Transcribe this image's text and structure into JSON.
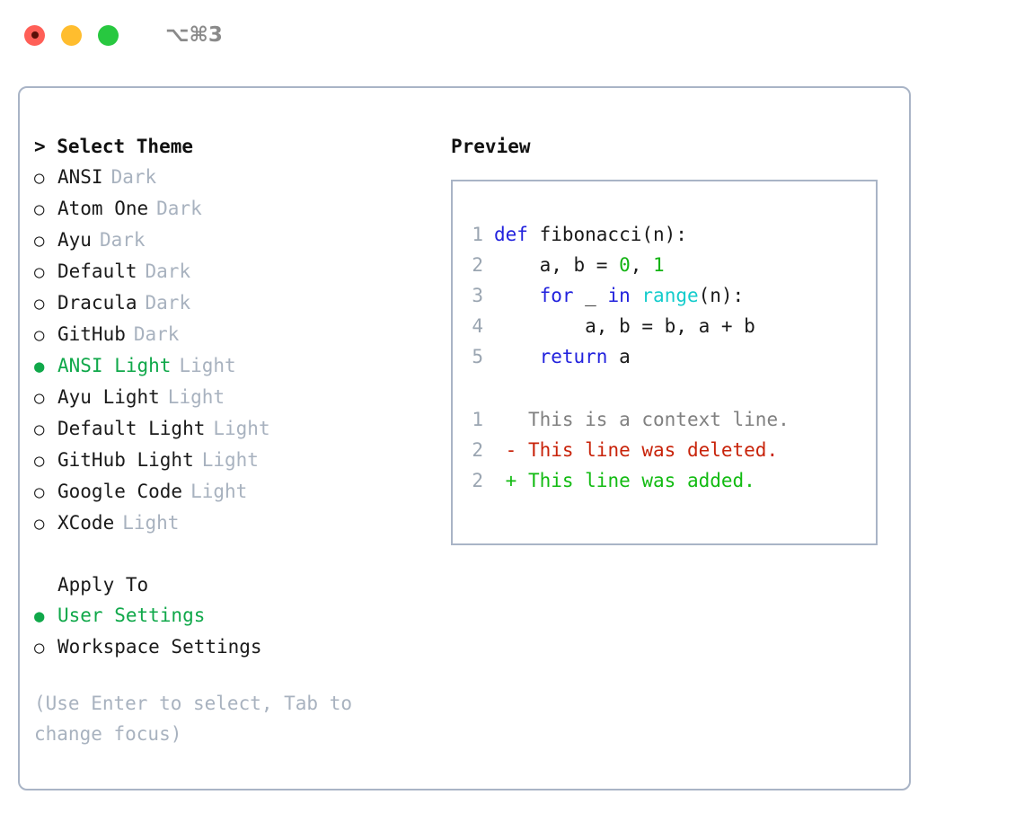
{
  "titlebar": {
    "shortcut": "⌥⌘3",
    "lights": [
      {
        "name": "close",
        "color": "#ff5f57"
      },
      {
        "name": "minimize",
        "color": "#ffbd2e"
      },
      {
        "name": "maximize",
        "color": "#28c840"
      }
    ]
  },
  "theme_picker": {
    "header": "> Select Theme",
    "bullet_selected": "●",
    "bullet_unselected": "○",
    "items": [
      {
        "name": "ANSI",
        "kind": "Dark",
        "selected": false
      },
      {
        "name": "Atom One",
        "kind": "Dark",
        "selected": false
      },
      {
        "name": "Ayu",
        "kind": "Dark",
        "selected": false
      },
      {
        "name": "Default",
        "kind": "Dark",
        "selected": false
      },
      {
        "name": "Dracula",
        "kind": "Dark",
        "selected": false
      },
      {
        "name": "GitHub",
        "kind": "Dark",
        "selected": false
      },
      {
        "name": "ANSI Light",
        "kind": "Light",
        "selected": true
      },
      {
        "name": "Ayu Light",
        "kind": "Light",
        "selected": false
      },
      {
        "name": "Default Light",
        "kind": "Light",
        "selected": false
      },
      {
        "name": "GitHub Light",
        "kind": "Light",
        "selected": false
      },
      {
        "name": "Google Code",
        "kind": "Light",
        "selected": false
      },
      {
        "name": "XCode",
        "kind": "Light",
        "selected": false
      }
    ]
  },
  "apply_to": {
    "label": "Apply To",
    "items": [
      {
        "name": "User Settings",
        "selected": true
      },
      {
        "name": "Workspace Settings",
        "selected": false
      }
    ]
  },
  "hint": "(Use Enter to select, Tab to change focus)",
  "preview": {
    "title": "Preview",
    "code_lines": [
      {
        "number": "1",
        "tokens": [
          {
            "text": "def ",
            "type": "kw"
          },
          {
            "text": "fibonacci(n):",
            "type": "id"
          }
        ]
      },
      {
        "number": "2",
        "tokens": [
          {
            "text": "    a, b = ",
            "type": "id"
          },
          {
            "text": "0",
            "type": "num"
          },
          {
            "text": ", ",
            "type": "id"
          },
          {
            "text": "1",
            "type": "num"
          }
        ]
      },
      {
        "number": "3",
        "tokens": [
          {
            "text": "    ",
            "type": "id"
          },
          {
            "text": "for",
            "type": "kw"
          },
          {
            "text": " _ ",
            "type": "id"
          },
          {
            "text": "in",
            "type": "kw"
          },
          {
            "text": " ",
            "type": "id"
          },
          {
            "text": "range",
            "type": "fn"
          },
          {
            "text": "(n):",
            "type": "id"
          }
        ]
      },
      {
        "number": "4",
        "tokens": [
          {
            "text": "        a, b = b, a + b",
            "type": "id"
          }
        ]
      },
      {
        "number": "5",
        "tokens": [
          {
            "text": "    ",
            "type": "id"
          },
          {
            "text": "return",
            "type": "kw"
          },
          {
            "text": " a",
            "type": "id"
          }
        ]
      }
    ],
    "diff_lines": [
      {
        "number": "1",
        "marker": " ",
        "text": " This is a context line.",
        "kind": "context"
      },
      {
        "number": "2",
        "marker": "-",
        "text": " This line was deleted.",
        "kind": "deleted"
      },
      {
        "number": "2",
        "marker": "+",
        "text": " This line was added.",
        "kind": "added"
      }
    ]
  },
  "colors": {
    "accent_green": "#10a84a",
    "keyword_blue": "#2222dd",
    "function_cyan": "#14cccc",
    "number_green": "#12b312",
    "diff_delete_red": "#c8230a",
    "diff_add_green": "#12bb12",
    "muted_gray": "#a8b2bf",
    "border_blue_gray": "#a9b4c6"
  }
}
